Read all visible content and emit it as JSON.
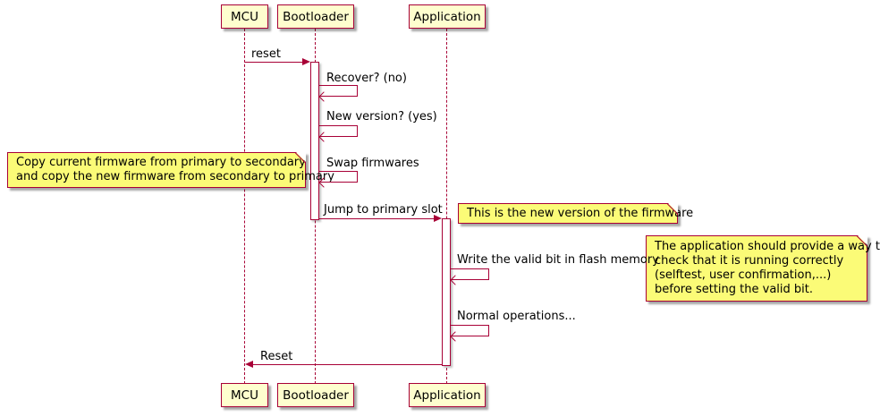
{
  "participants": {
    "mcu": "MCU",
    "bootloader": "Bootloader",
    "application": "Application"
  },
  "messages": {
    "reset": "reset",
    "recover": "Recover? (no)",
    "new_version": "New version? (yes)",
    "swap_firmwares": "Swap firmwares",
    "jump_to_primary": "Jump to primary slot",
    "write_valid_bit": "Write the valid bit in flash memory",
    "normal_operations": "Normal operations...",
    "reset_return": "Reset"
  },
  "notes": {
    "copy_firmware": {
      "lines": [
        "Copy current firmware from primary to secondary",
        "and copy the new firmware from secondary to primary"
      ]
    },
    "new_version_info": {
      "lines": [
        "This is the new version of the firmware"
      ]
    },
    "valid_bit_info": {
      "lines": [
        "The application should provide a way to",
        "check that it is running correctly",
        "(selftest, user confirmation,...)",
        "before setting the valid bit."
      ]
    }
  },
  "colors": {
    "border": "#A80036",
    "lifeline": "#A80036",
    "participant_bg": "#FEFECE",
    "note_bg": "#FBFB77",
    "background": "#FFFFFF"
  }
}
